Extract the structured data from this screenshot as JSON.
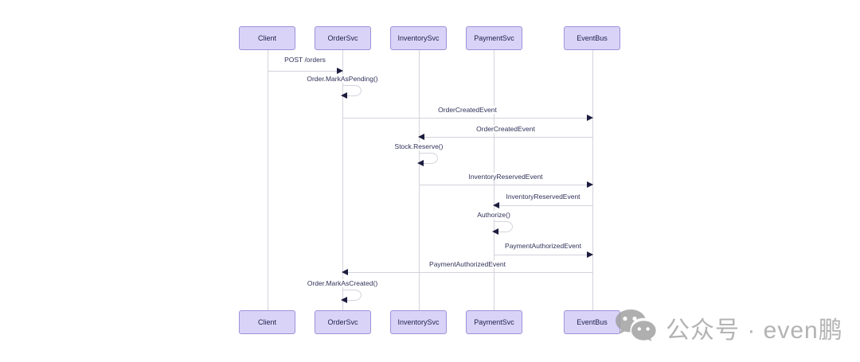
{
  "diagram": {
    "type": "sequence",
    "participants": [
      {
        "name": "Client"
      },
      {
        "name": "OrderSvc"
      },
      {
        "name": "InventorySvc"
      },
      {
        "name": "PaymentSvc"
      },
      {
        "name": "EventBus"
      }
    ],
    "messages": [
      {
        "label": "POST /orders",
        "from": "Client",
        "to": "OrderSvc",
        "kind": "arrow"
      },
      {
        "label": "Order.MarkAsPending()",
        "from": "OrderSvc",
        "to": "OrderSvc",
        "kind": "self"
      },
      {
        "label": "OrderCreatedEvent",
        "from": "OrderSvc",
        "to": "EventBus",
        "kind": "arrow"
      },
      {
        "label": "OrderCreatedEvent",
        "from": "EventBus",
        "to": "InventorySvc",
        "kind": "arrow"
      },
      {
        "label": "Stock.Reserve()",
        "from": "InventorySvc",
        "to": "InventorySvc",
        "kind": "self"
      },
      {
        "label": "InventoryReservedEvent",
        "from": "InventorySvc",
        "to": "EventBus",
        "kind": "arrow"
      },
      {
        "label": "InventoryReservedEvent",
        "from": "EventBus",
        "to": "PaymentSvc",
        "kind": "arrow"
      },
      {
        "label": "Authorize()",
        "from": "PaymentSvc",
        "to": "PaymentSvc",
        "kind": "self"
      },
      {
        "label": "PaymentAuthorizedEvent",
        "from": "PaymentSvc",
        "to": "EventBus",
        "kind": "arrow"
      },
      {
        "label": "PaymentAuthorizedEvent",
        "from": "EventBus",
        "to": "OrderSvc",
        "kind": "arrow"
      },
      {
        "label": "Order.MarkAsCreated()",
        "from": "OrderSvc",
        "to": "OrderSvc",
        "kind": "self"
      }
    ],
    "colors": {
      "actor_fill": "#d9d3f8",
      "actor_border": "#9c92da",
      "line": "#d3d3dc",
      "arrowhead": "#1c1c3f",
      "text": "#31315a"
    }
  },
  "watermark": {
    "text": "公众号 · even鹏",
    "icon": "wechat-icon",
    "color": "#b3b3b3"
  }
}
